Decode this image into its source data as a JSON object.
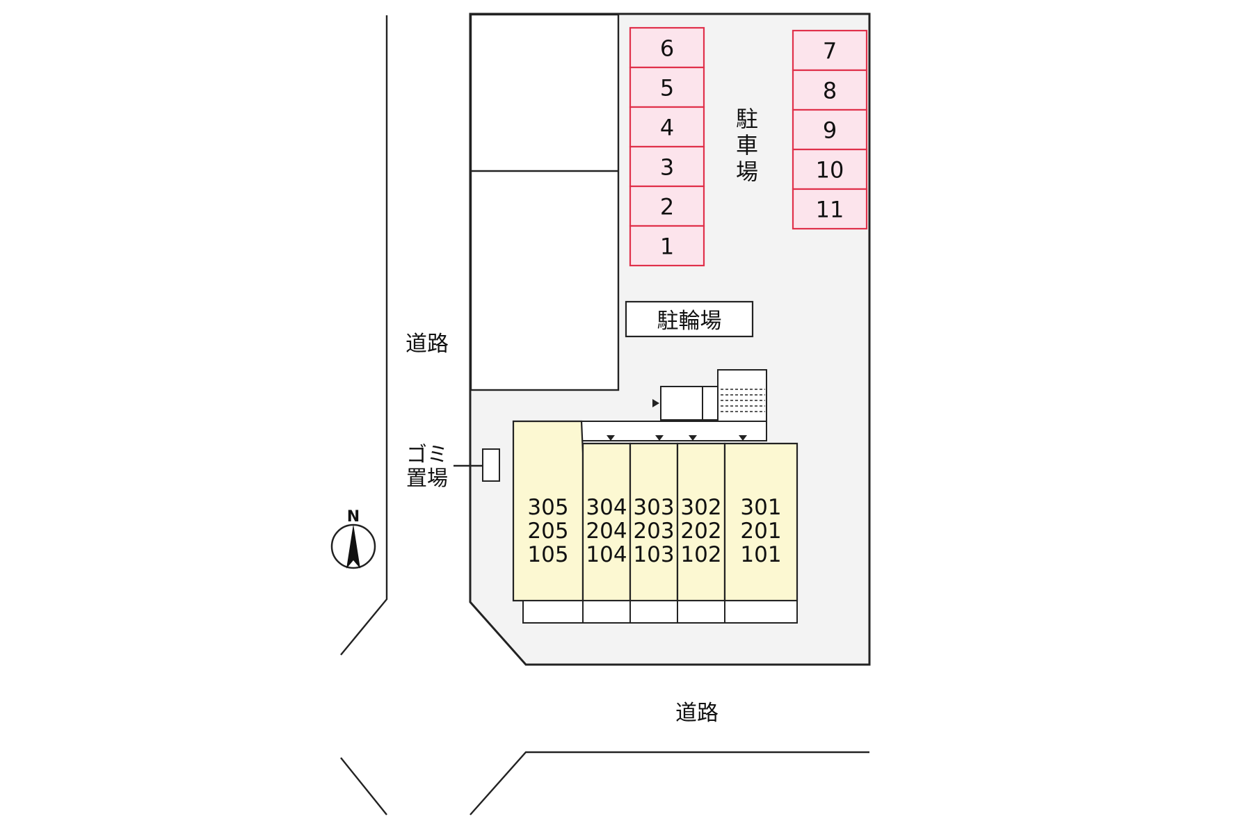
{
  "labels": {
    "road_west": "道路",
    "road_south": "道路",
    "parking": "駐車場",
    "bicycle_parking": "駐輪場",
    "garbage_line1": "ゴミ",
    "garbage_line2": "置場",
    "north": "N"
  },
  "parking_left": [
    "6",
    "5",
    "4",
    "3",
    "2",
    "1"
  ],
  "parking_right": [
    "7",
    "8",
    "9",
    "10",
    "11"
  ],
  "units": [
    [
      "305",
      "205",
      "105"
    ],
    [
      "304",
      "204",
      "104"
    ],
    [
      "303",
      "203",
      "103"
    ],
    [
      "302",
      "202",
      "102"
    ],
    [
      "301",
      "201",
      "101"
    ]
  ],
  "colors": {
    "lot": "#f3f3f3",
    "parking_fill": "#fce4ec",
    "parking_stroke": "#e0304a",
    "building": "#fcf8d2",
    "line": "#222222"
  }
}
